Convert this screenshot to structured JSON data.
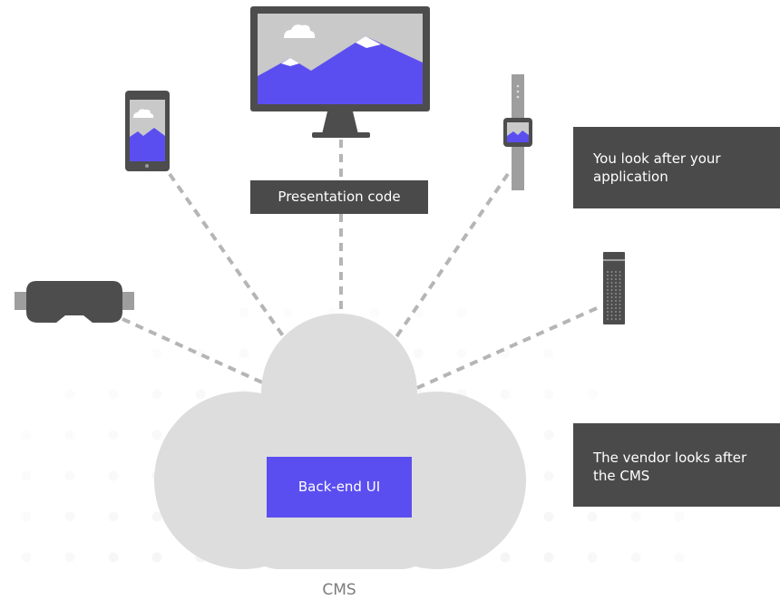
{
  "labels": {
    "presentation_code": "Presentation code",
    "app_note": "You look after your application",
    "vendor_note": "The vendor looks after the CMS",
    "backend_ui": "Back-end UI",
    "cms": "CMS"
  },
  "colors": {
    "accent": "#5b4ef0",
    "dark_box": "#4a4a4a",
    "cloud": "#dddddd",
    "device_frame": "#4d4d4d",
    "connector": "#b5b5b5"
  },
  "devices": [
    {
      "name": "desktop-monitor",
      "icon": "monitor-icon"
    },
    {
      "name": "smartphone",
      "icon": "smartphone-icon"
    },
    {
      "name": "smartwatch",
      "icon": "smartwatch-icon"
    },
    {
      "name": "vr-headset",
      "icon": "vr-headset-icon"
    },
    {
      "name": "remote-control",
      "icon": "remote-control-icon"
    }
  ]
}
